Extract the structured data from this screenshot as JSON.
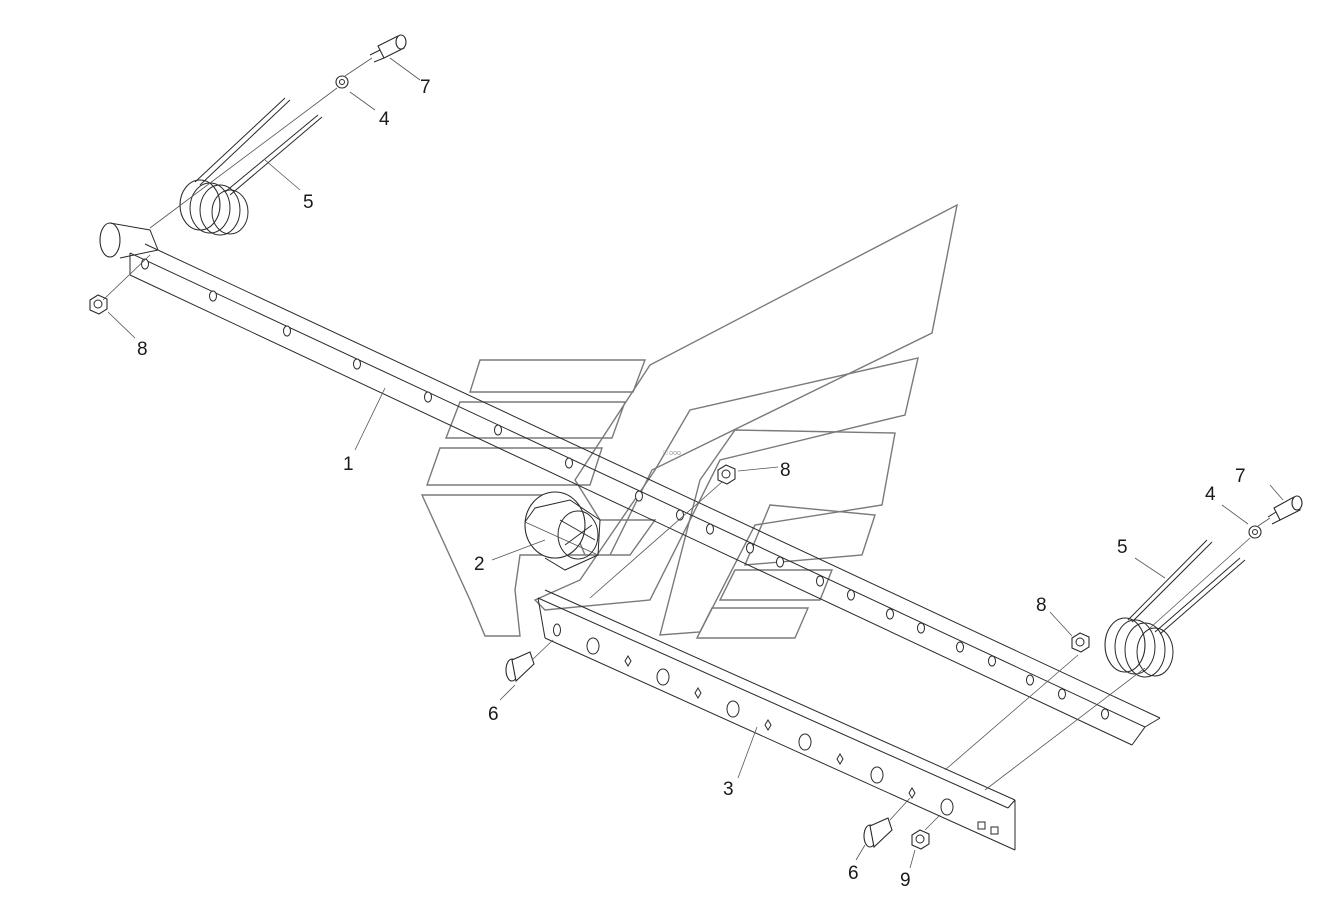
{
  "diagram": {
    "labels": {
      "p1": "1",
      "p2": "2",
      "p3": "3",
      "p4a": "4",
      "p4b": "4",
      "p5a": "5",
      "p5b": "5",
      "p6a": "6",
      "p6b": "6",
      "p7a": "7",
      "p7b": "7",
      "p8a": "8",
      "p8b": "8",
      "p8c": "8",
      "p9": "9"
    },
    "colors": {
      "line": "#2a2a2a",
      "watermark": "#7a7a7a",
      "background": "#ffffff"
    }
  }
}
